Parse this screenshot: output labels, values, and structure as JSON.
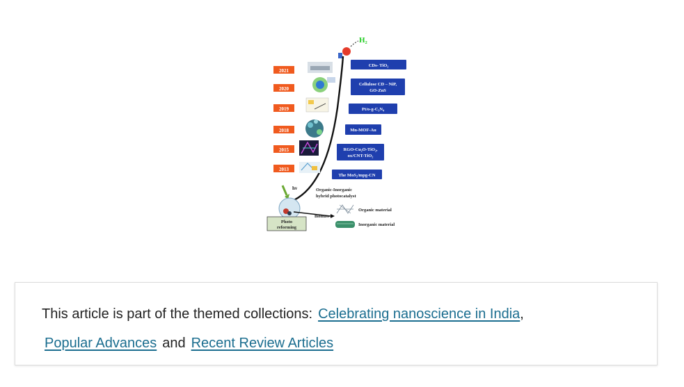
{
  "figure": {
    "years": [
      "2021",
      "2020",
      "2019",
      "2018",
      "2015",
      "2013"
    ],
    "materials": [
      {
        "line1": "CDs- TiO₂",
        "line2": ""
      },
      {
        "line1": "Cellulose CD – NiP,",
        "line2": "GO-ZnS"
      },
      {
        "line1": "Pt/o-g-C₃N₄",
        "line2": ""
      },
      {
        "line1": "Mn-MOF-Au",
        "line2": ""
      },
      {
        "line1": "RGO-Cu₂O-TiO₂,",
        "line2": "ox/CNT-TiO₂"
      },
      {
        "line1": "The MoS₂/mpg-CN",
        "line2": ""
      }
    ],
    "hv_label": "hν",
    "hybrid_label_1": "Organic-Inorganic",
    "hybrid_label_2": "hybrid photocatalyst",
    "organic_label": "Organic material",
    "inorganic_label": "Inorganic material",
    "biomass_label": "Biomass",
    "photo_label_1": "Photo",
    "photo_label_2": "reforming",
    "h2_label": "H₂",
    "colors": {
      "year_box": "#f05a1e",
      "material_box": "#1f3fae",
      "h2": "#22cc22",
      "bulb": "#e53b2a"
    }
  },
  "collections": {
    "intro": "This article is part of the themed collections:",
    "link1": "Celebrating nanoscience in India",
    "comma": ",",
    "link2": "Popular Advances",
    "and": "and",
    "link3": "Recent Review Articles",
    "link_color": "#1a6d8f"
  }
}
